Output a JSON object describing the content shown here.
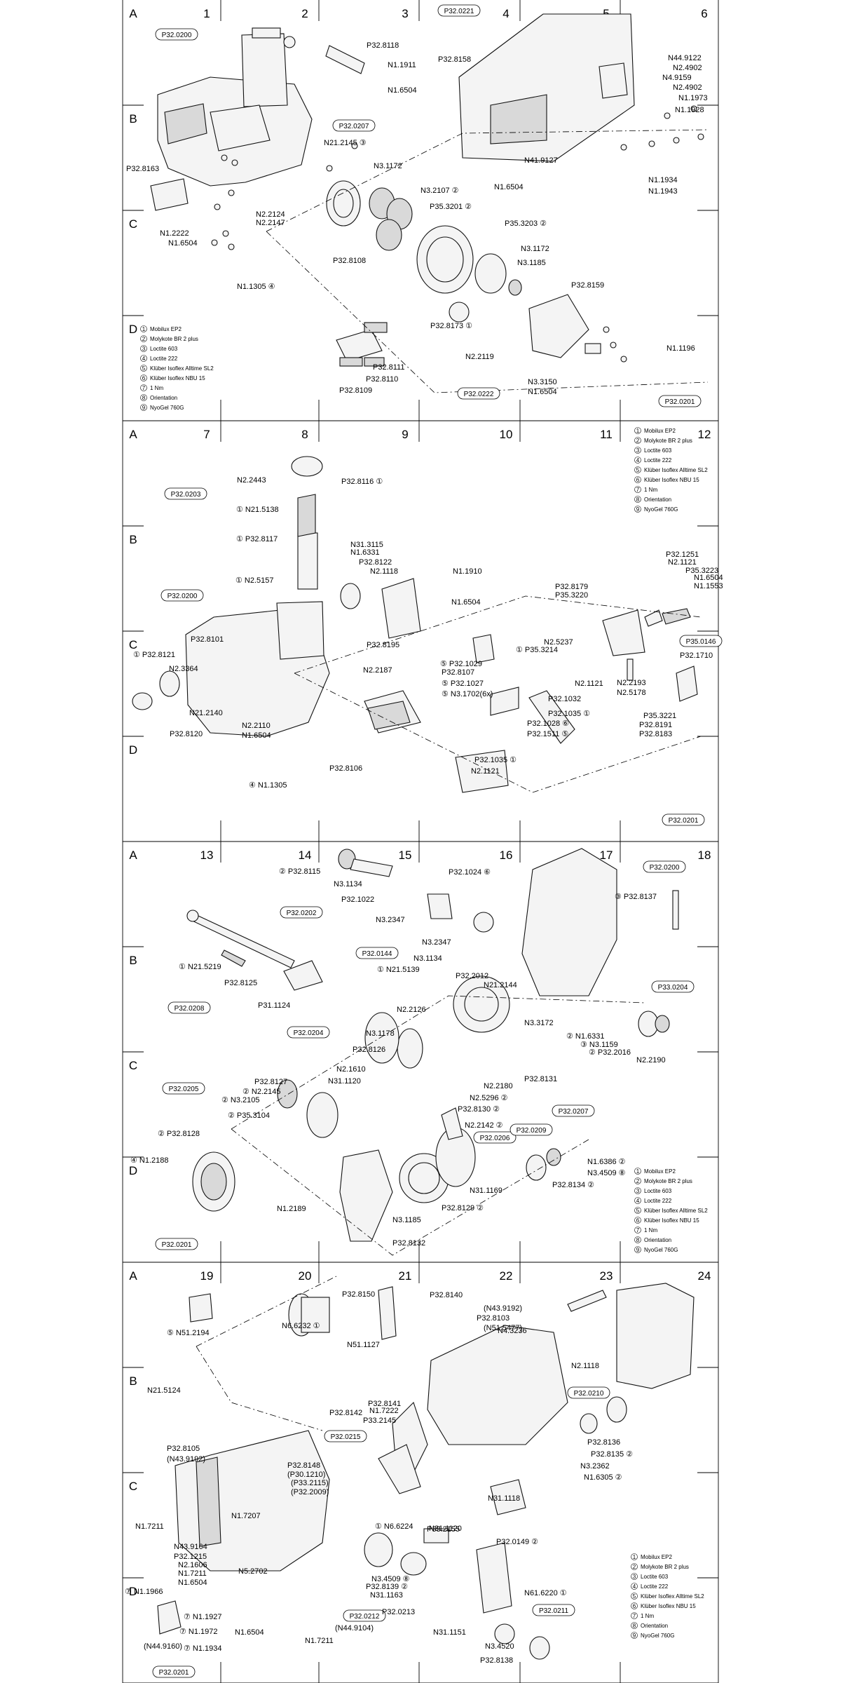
{
  "sheets": [
    {
      "cols": [
        "1",
        "2",
        "3",
        "4",
        "5",
        "6"
      ],
      "rows": [
        "A",
        "B",
        "C",
        "D"
      ],
      "refs": [
        "P32.0200",
        "P32.0221",
        "P32.0207",
        "P32.0222",
        "P32.0201"
      ],
      "labels": [
        "P32.8118",
        "N1.1911",
        "N1.6504",
        "P32.8158",
        "N44.9122",
        "N2.4902",
        "N4.9159",
        "N2.4902",
        "N1.1973",
        "N1.1928",
        "N21.2145 ③",
        "N3.1172",
        "P32.8163",
        "N3.2107 ②",
        "P35.3201 ②",
        "N41.9127",
        "N1.6504",
        "N1.1934",
        "N1.1943",
        "N2.2124",
        "N2.2147",
        "N1.2222",
        "N1.6504",
        "P35.3203 ②",
        "N3.1172",
        "N3.1185",
        "P32.8108",
        "P32.8159",
        "N1.1305 ④",
        "P32.8173 ①",
        "N2.2119",
        "N1.1196",
        "P32.8111",
        "P32.8110",
        "P32.8109",
        "N3.3150",
        "N1.6504"
      ]
    },
    {
      "cols": [
        "7",
        "8",
        "9",
        "10",
        "11",
        "12"
      ],
      "rows": [
        "A",
        "B",
        "C",
        "D"
      ],
      "refs": [
        "P32.0203",
        "P32.0200",
        "P35.0146",
        "P32.0201"
      ],
      "labels": [
        "P32.8116 ①",
        "N2.2443",
        "① N21.5138",
        "① P32.8117",
        "N31.3115",
        "N1.6331",
        "P32.8122",
        "N2.1118",
        "N1.1910",
        "① N2.5157",
        "N1.6504",
        "P32.8101",
        "P32.8195",
        "N2.3364",
        "① P32.8121",
        "N2.2187",
        "⑤ P32.1029",
        "P32.8107",
        "⑤ P32.1027",
        "⑤ N3.1702(6x)",
        "N2.5237",
        "① P35.3214",
        "P32.8179",
        "P35.3220",
        "P32.1251",
        "N2.1121",
        "P35.3223",
        "N1.6504",
        "N1.1553",
        "P32.1710",
        "N2.2193",
        "N2.5178",
        "N2.1121",
        "P35.3221",
        "P32.1032",
        "P32.1035 ①",
        "P32.1028 ⑥",
        "P32.1511 ⑤",
        "P32.1035 ①",
        "N2.1121",
        "P32.8191",
        "P32.8183",
        "N21.2140",
        "P32.8120",
        "N2.2110",
        "N1.6504",
        "P32.8106",
        "④ N1.1305"
      ]
    },
    {
      "cols": [
        "13",
        "14",
        "15",
        "16",
        "17",
        "18"
      ],
      "rows": [
        "A",
        "B",
        "C",
        "D"
      ],
      "refs": [
        "P32.0202",
        "P32.0144",
        "P32.0208",
        "P32.0200",
        "P33.0204",
        "P32.0204",
        "P32.0205",
        "P32.0207",
        "P32.0206",
        "P32.0209",
        "P32.0201"
      ],
      "labels": [
        "② P32.8115",
        "N3.1134",
        "P32.1024 ⑥",
        "P32.1022",
        "N3.2347",
        "N3.2347",
        "N3.1134",
        "① N21.5139",
        "P32.2012",
        "① N21.5219",
        "P32.8125",
        "P31.1124",
        "N21.2144",
        "③ P32.8137",
        "N2.2126",
        "N3.3172",
        "② N1.6331",
        "③ N3.1159",
        "② P32.2016",
        "N2.2190",
        "N3.1178",
        "P32.8126",
        "P32.8131",
        "N2.1610",
        "N31.1120",
        "P32.8127",
        "② N2.2145",
        "N2.2180",
        "② N3.2105",
        "N2.5296 ②",
        "P32.8130 ②",
        "② P35.3104",
        "N2.2142 ②",
        "② P32.8128",
        "④ N1.2188",
        "N1.6386 ②",
        "N3.4509 ⑧",
        "P32.8134 ②",
        "N31.1169",
        "N1.2189",
        "P32.8129 ②",
        "N3.1185",
        "P32.8132"
      ]
    },
    {
      "cols": [
        "19",
        "20",
        "21",
        "22",
        "23",
        "24"
      ],
      "rows": [
        "A",
        "B",
        "C",
        "D"
      ],
      "refs": [
        "P32.0215",
        "P32.0210",
        "P32.0212",
        "P32.0211",
        "P32.0201"
      ],
      "labels": [
        "⑤ N51.2194",
        "N6.6232 ①",
        "P32.8150",
        "P32.8140",
        "(N43.9192)",
        "P32.8103",
        "(N51.5477)",
        "N4.3236",
        "N51.1127",
        "N2.1118",
        "N21.5124",
        "N1.7222",
        "P32.8141",
        "P33.2145",
        "P32.8142",
        "P32.8136",
        "P32.8135 ②",
        "N3.2362",
        "N1.6305 ②",
        "P32.8105",
        "(N43.9192)",
        "P32.8148",
        "(P30.1210)",
        "(P33.2115)",
        "(P32.2009)",
        "N31.1118",
        "N1.7211",
        "N1.7207",
        "N31.1120",
        "P32.0149 ②",
        "N43.9164",
        "P32.1215",
        "N2.1606",
        "N1.7211",
        "N1.6504",
        "N5.2702",
        "① N6.6224",
        "P33.2155",
        "⑦ N1.1966",
        "N3.4509 ⑧",
        "P32.8139 ②",
        "N31.1163",
        "N61.6220 ①",
        "⑦ N1.1927",
        "P32.0213",
        "⑦ N1.1972",
        "N1.6504",
        "(N44.9104)",
        "N31.1151",
        "N3.4520",
        "P32.8138",
        "(N44.9160)",
        "⑦ N1.1934",
        "N1.7211"
      ]
    }
  ],
  "legend": {
    "items": [
      "Mobilux EP2",
      "Molykote BR 2 plus",
      "Loctite 603",
      "Loctite 222",
      "Klüber Isoflex Alltime SL2",
      "Klüber Isoflex NBU 15",
      "1 Nm",
      "Orientation",
      "NyoGel 760G"
    ]
  }
}
